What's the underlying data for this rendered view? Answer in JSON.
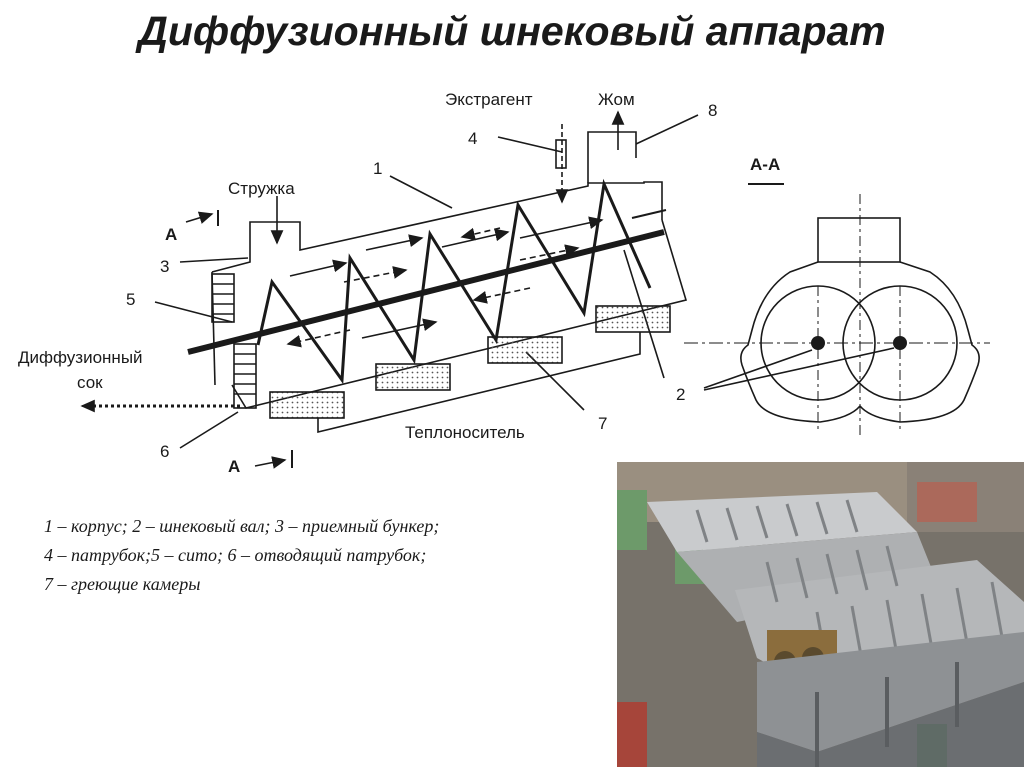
{
  "title": "Диффузионный шнековый аппарат",
  "labels": {
    "extragent": "Экстрагент",
    "zhom": "Жом",
    "n8": "8",
    "n4": "4",
    "n1": "1",
    "struzhka": "Стружка",
    "a_top": "А",
    "n3": "3",
    "n5": "5",
    "juice_line1": "Диффузионный",
    "juice_line2": "сок",
    "n6": "6",
    "a_bottom": "А",
    "teplonositel": "Теплоноситель",
    "n7": "7",
    "n2": "2",
    "section": "А-А"
  },
  "caption": [
    "1 – корпус; 2 – шнековый вал; 3 – приемный бункер;",
    "4 – патрубок;5 – сито; 6 – отводящий патрубок;",
    " 7 – греющие камеры"
  ],
  "colors": {
    "ink": "#1a1a1a",
    "dots": "#555555",
    "machine_gray": "#b7b9bb",
    "machine_green": "#6d9a6a",
    "floor": "#6e6a62",
    "red_rail": "#b23a2e"
  }
}
